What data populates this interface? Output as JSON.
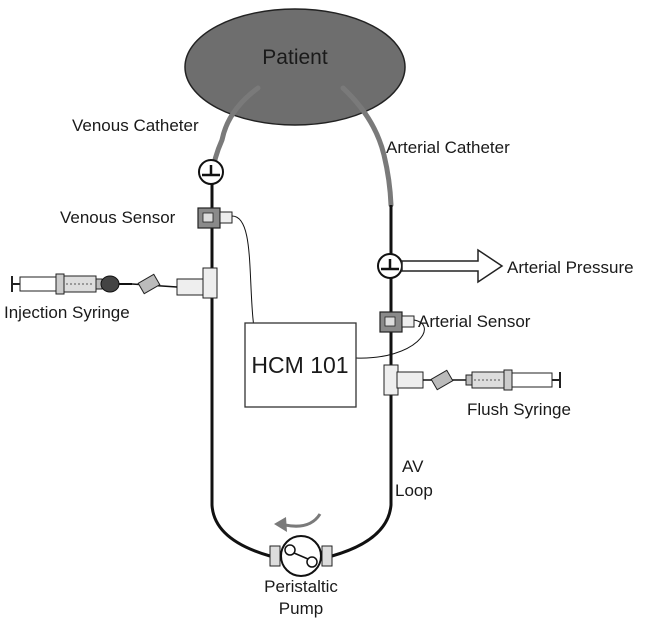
{
  "diagram": {
    "patient_label": "Patient",
    "venous_catheter_label": "Venous Catheter",
    "arterial_catheter_label": "Arterial Catheter",
    "venous_sensor_label": "Venous Sensor",
    "arterial_sensor_label": "Arterial Sensor",
    "arterial_pressure_label": "Arterial Pressure",
    "injection_syringe_label": "Injection Syringe",
    "flush_syringe_label": "Flush Syringe",
    "monitor_label": "HCM 101",
    "av_loop_label_line1": "AV",
    "av_loop_label_line2": "Loop",
    "pump_label_line1": "Peristaltic",
    "pump_label_line2": "Pump"
  },
  "colors": {
    "patient_fill": "#6e6e6e",
    "catheter_gray": "#7a7a7a",
    "tubing_black": "#111111",
    "sensor_fill": "#8a8a8a",
    "box_stroke": "#333333"
  }
}
